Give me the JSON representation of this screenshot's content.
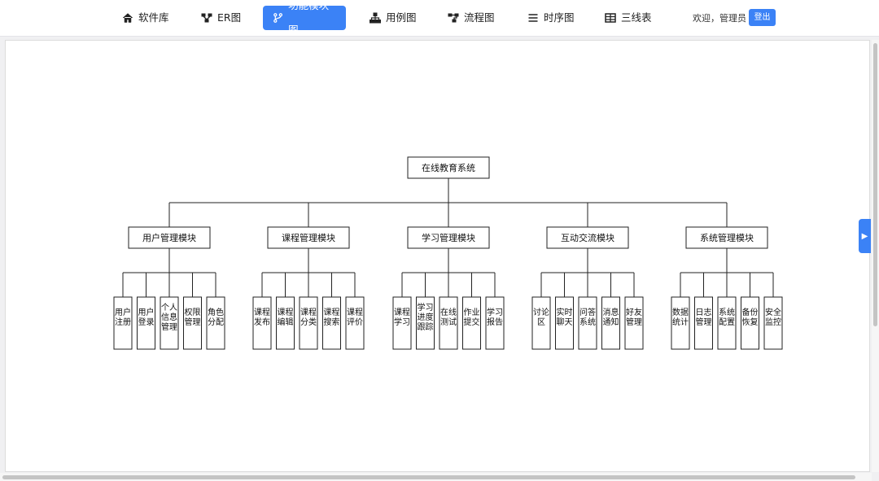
{
  "nav": {
    "items": [
      {
        "label": "软件库",
        "icon": "home-icon"
      },
      {
        "label": "ER图",
        "icon": "er-diagram-icon"
      },
      {
        "label": "功能模块图",
        "icon": "branch-icon",
        "active": true
      },
      {
        "label": "用例图",
        "icon": "sitemap-icon"
      },
      {
        "label": "流程图",
        "icon": "flow-icon"
      },
      {
        "label": "时序图",
        "icon": "list-icon"
      },
      {
        "label": "三线表",
        "icon": "table-icon"
      }
    ],
    "welcome": "欢迎，管理员",
    "logout": "登出"
  },
  "colors": {
    "accent": "#3b82f6"
  },
  "side_toggle": "▶",
  "diagram": {
    "root": "在线教育系统",
    "modules": [
      {
        "name": "用户管理模块",
        "children": [
          "用户注册",
          "用户登录",
          "个人信息管理",
          "权限管理",
          "角色分配"
        ]
      },
      {
        "name": "课程管理模块",
        "children": [
          "课程发布",
          "课程编辑",
          "课程分类",
          "课程搜索",
          "课程评价"
        ]
      },
      {
        "name": "学习管理模块",
        "children": [
          "课程学习",
          "学习进度跟踪",
          "在线测试",
          "作业提交",
          "学习报告"
        ]
      },
      {
        "name": "互动交流模块",
        "children": [
          "讨论区",
          "实时聊天",
          "问答系统",
          "消息通知",
          "好友管理"
        ]
      },
      {
        "name": "系统管理模块",
        "children": [
          "数据统计",
          "日志管理",
          "系统配置",
          "备份恢复",
          "安全监控"
        ]
      }
    ]
  }
}
